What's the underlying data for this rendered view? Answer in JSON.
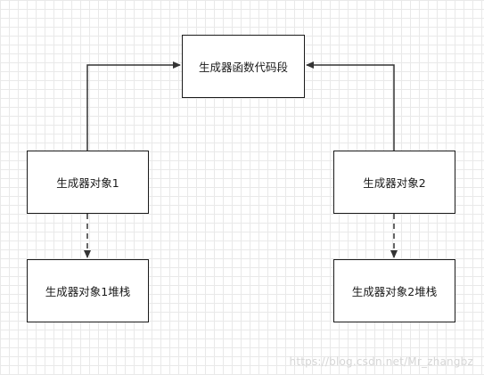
{
  "diagram": {
    "nodes": {
      "code_segment": "生成器函数代码段",
      "object1": "生成器对象1",
      "object2": "生成器对象2",
      "stack1": "生成器对象1堆栈",
      "stack2": "生成器对象2堆栈"
    },
    "edges": [
      {
        "from": "object1",
        "to": "code_segment",
        "style": "solid"
      },
      {
        "from": "object2",
        "to": "code_segment",
        "style": "solid"
      },
      {
        "from": "object1",
        "to": "stack1",
        "style": "dashed"
      },
      {
        "from": "object2",
        "to": "stack2",
        "style": "dashed"
      }
    ],
    "colors": {
      "line": "#333333",
      "border": "#1a1a1a",
      "grid": "#e9e9e9"
    }
  },
  "watermark": "https://blog.csdn.net/Mr_zhangbz"
}
